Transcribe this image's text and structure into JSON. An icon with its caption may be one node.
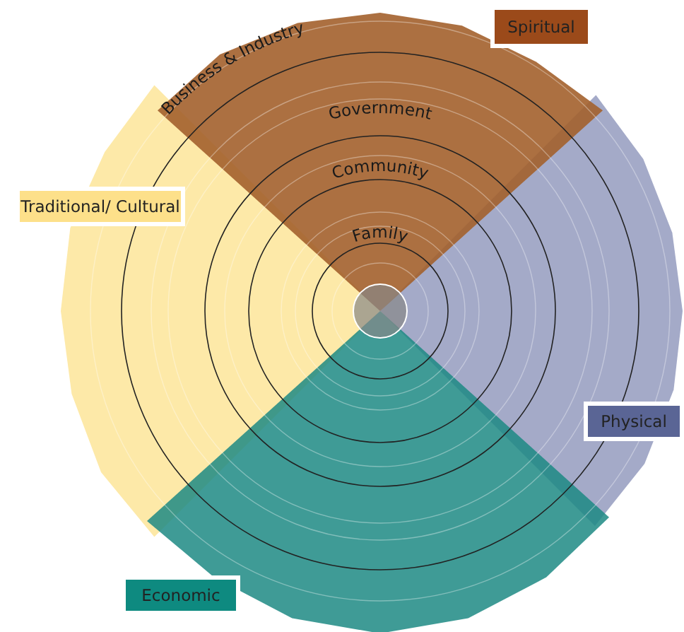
{
  "diagram": {
    "labels": [
      "Spiritual",
      "Business & Industry",
      "Government",
      "Traditional/ Cultural",
      "Community",
      "Family",
      "Physical",
      "Economic"
    ]
  }
}
